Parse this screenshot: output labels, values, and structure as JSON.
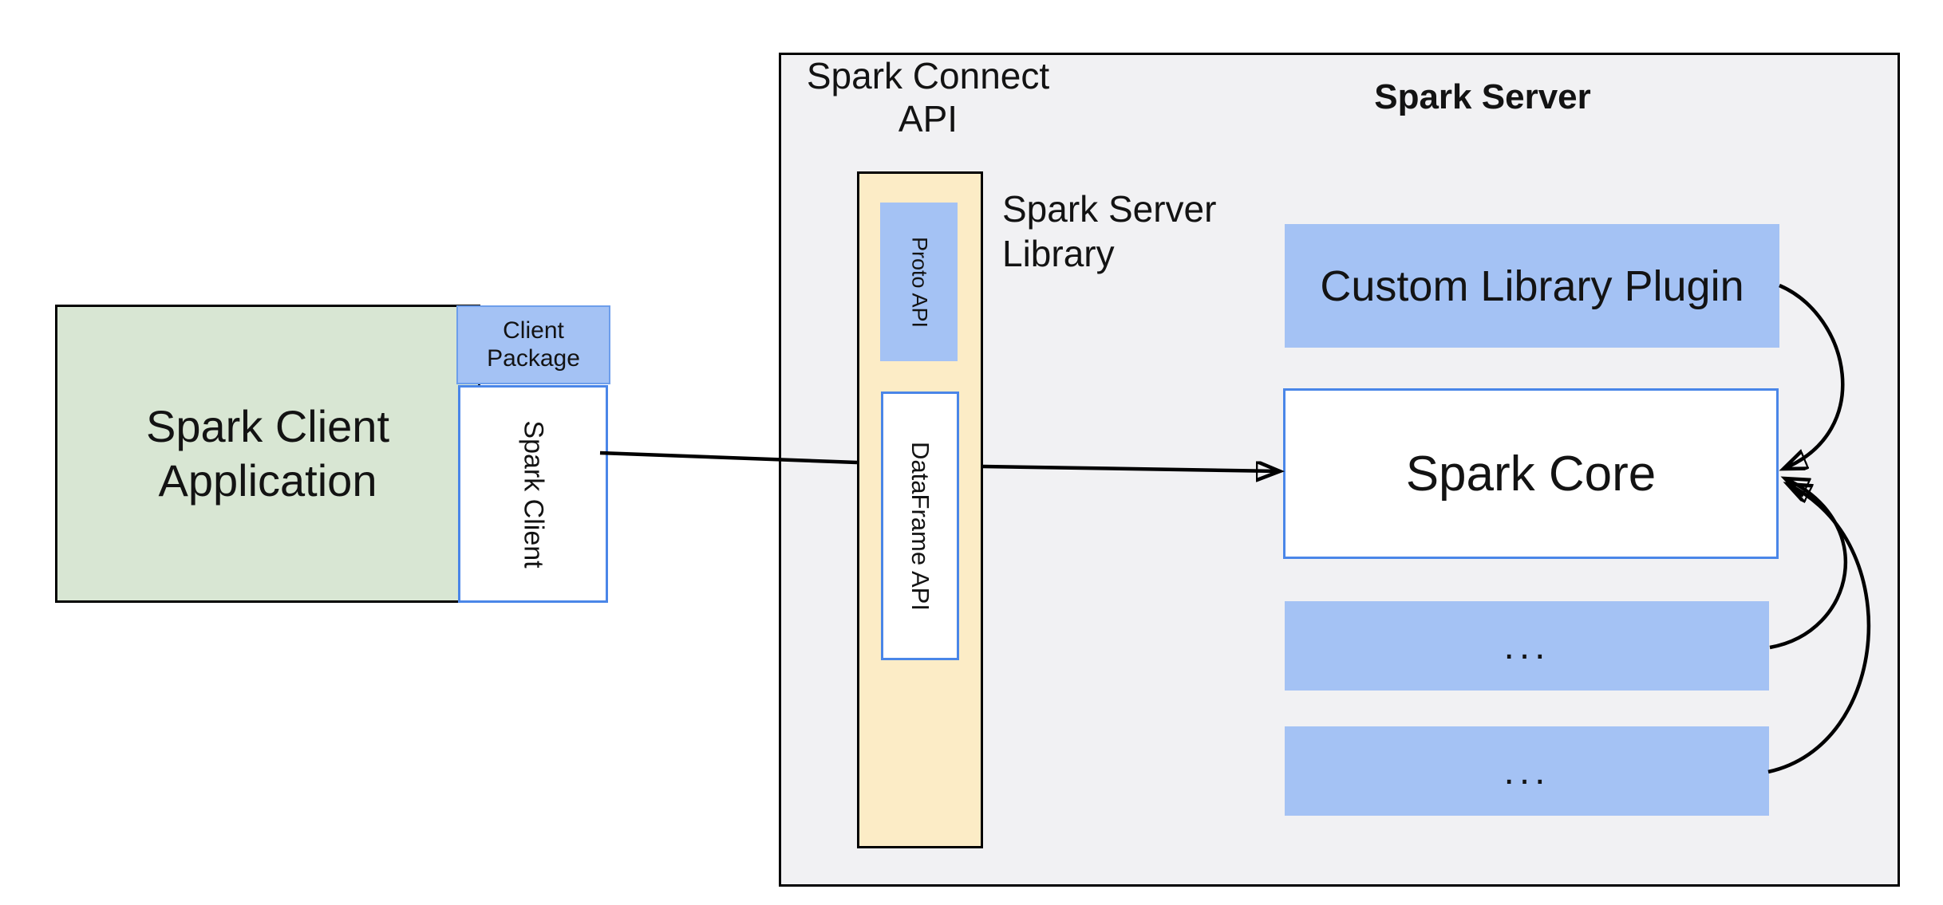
{
  "colors": {
    "client_app_fill": "#d8e6d3",
    "accent_blue_fill": "#a4c2f4",
    "cream_fill": "#fcecc6",
    "container_gray_fill": "#f1f1f3",
    "blue_border": "#4a86e8",
    "package_border": "#6d9eeb",
    "line_black": "#000000"
  },
  "client": {
    "app_label": "Spark Client\nApplication",
    "package_label": "Client\nPackage",
    "client_label": "Spark Client"
  },
  "connect_api": {
    "title": "Spark Connect\nAPI",
    "proto_label": "Proto API",
    "dataframe_label": "DataFrame API",
    "library_label": "Spark Server\nLibrary"
  },
  "server": {
    "title": "Spark Server",
    "plugin_label": "Custom Library Plugin",
    "core_label": "Spark Core",
    "more1": "...",
    "more2": "..."
  },
  "arrows": [
    {
      "from": "spark-client",
      "to": "spark-connect-api-column",
      "style": "straight-line"
    },
    {
      "from": "spark-connect-api-column",
      "to": "spark-core",
      "style": "straight-arrow"
    },
    {
      "from": "custom-library-plugin",
      "to": "spark-core",
      "style": "curved-arrow"
    },
    {
      "from": "extension-box-1",
      "to": "spark-core",
      "style": "curved-arrow"
    },
    {
      "from": "extension-box-2",
      "to": "spark-core",
      "style": "curved-arrow"
    }
  ]
}
